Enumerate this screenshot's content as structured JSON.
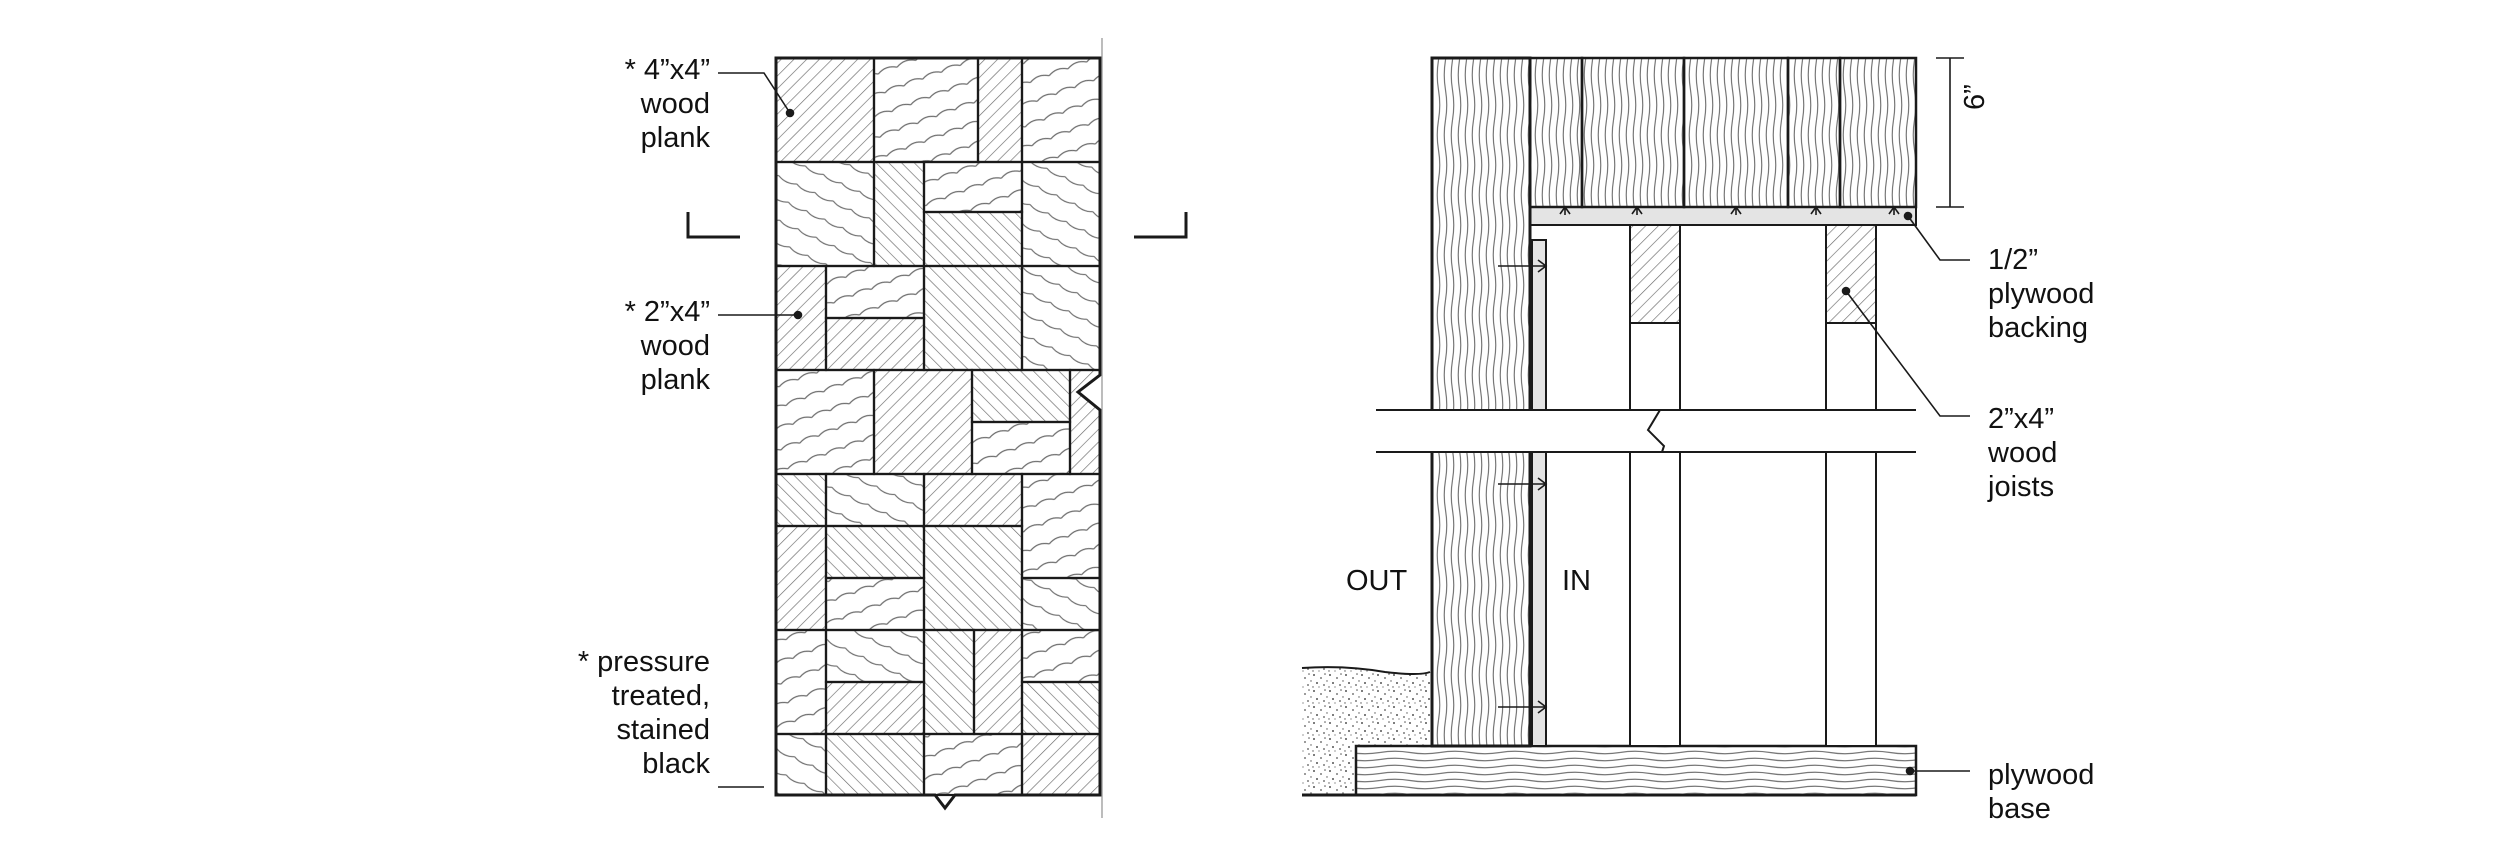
{
  "left_drawing": {
    "callouts": {
      "plank_4x4": [
        "* 4”x4”",
        "wood",
        "plank"
      ],
      "plank_2x4": [
        "* 2”x4”",
        "wood",
        "plank"
      ],
      "treatment": [
        "* pressure",
        "treated,",
        "stained",
        "black"
      ]
    }
  },
  "right_drawing": {
    "dimension": "6”",
    "zone_out": "OUT",
    "zone_in": "IN",
    "callouts": {
      "plywood_backing": [
        "1/2”",
        "plywood",
        "backing"
      ],
      "joists": [
        "2”x4”",
        "wood",
        "joists"
      ],
      "plywood_base": [
        "plywood",
        "base"
      ]
    }
  },
  "colors": {
    "line": "#1a1a1a",
    "hatch": "#6b6b6b",
    "background": "#ffffff"
  }
}
